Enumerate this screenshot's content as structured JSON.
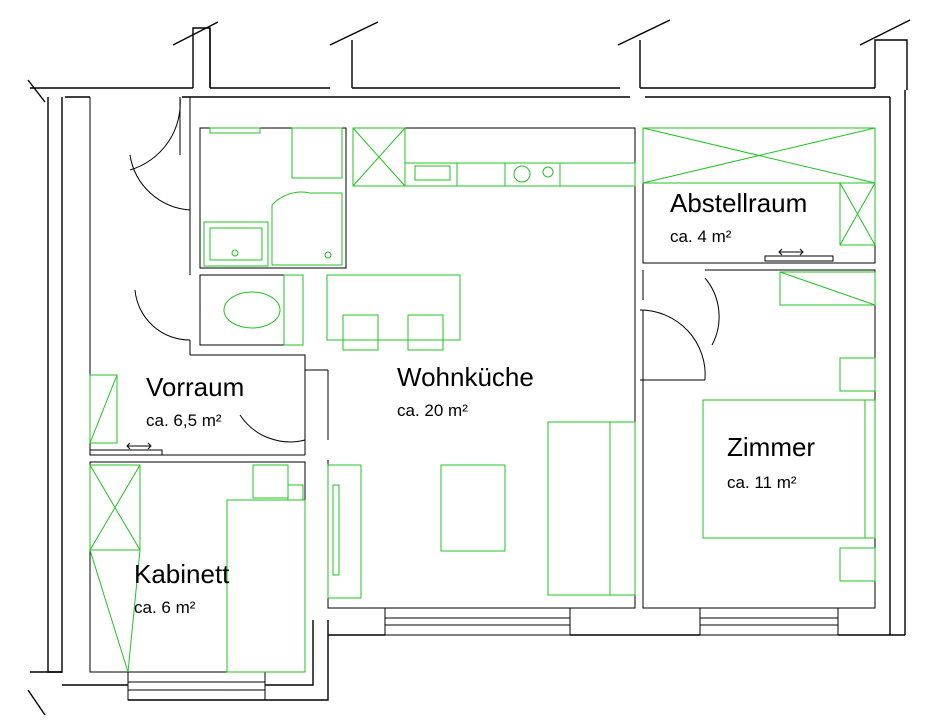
{
  "rooms": [
    {
      "name": "Abstellraum",
      "area": "ca. 4 m²"
    },
    {
      "name": "Vorraum",
      "area": "ca. 6,5 m²"
    },
    {
      "name": "Wohnküche",
      "area": "ca. 20 m²"
    },
    {
      "name": "Zimmer",
      "area": "ca. 11 m²"
    },
    {
      "name": "Kabinett",
      "area": "ca. 6 m²"
    }
  ]
}
